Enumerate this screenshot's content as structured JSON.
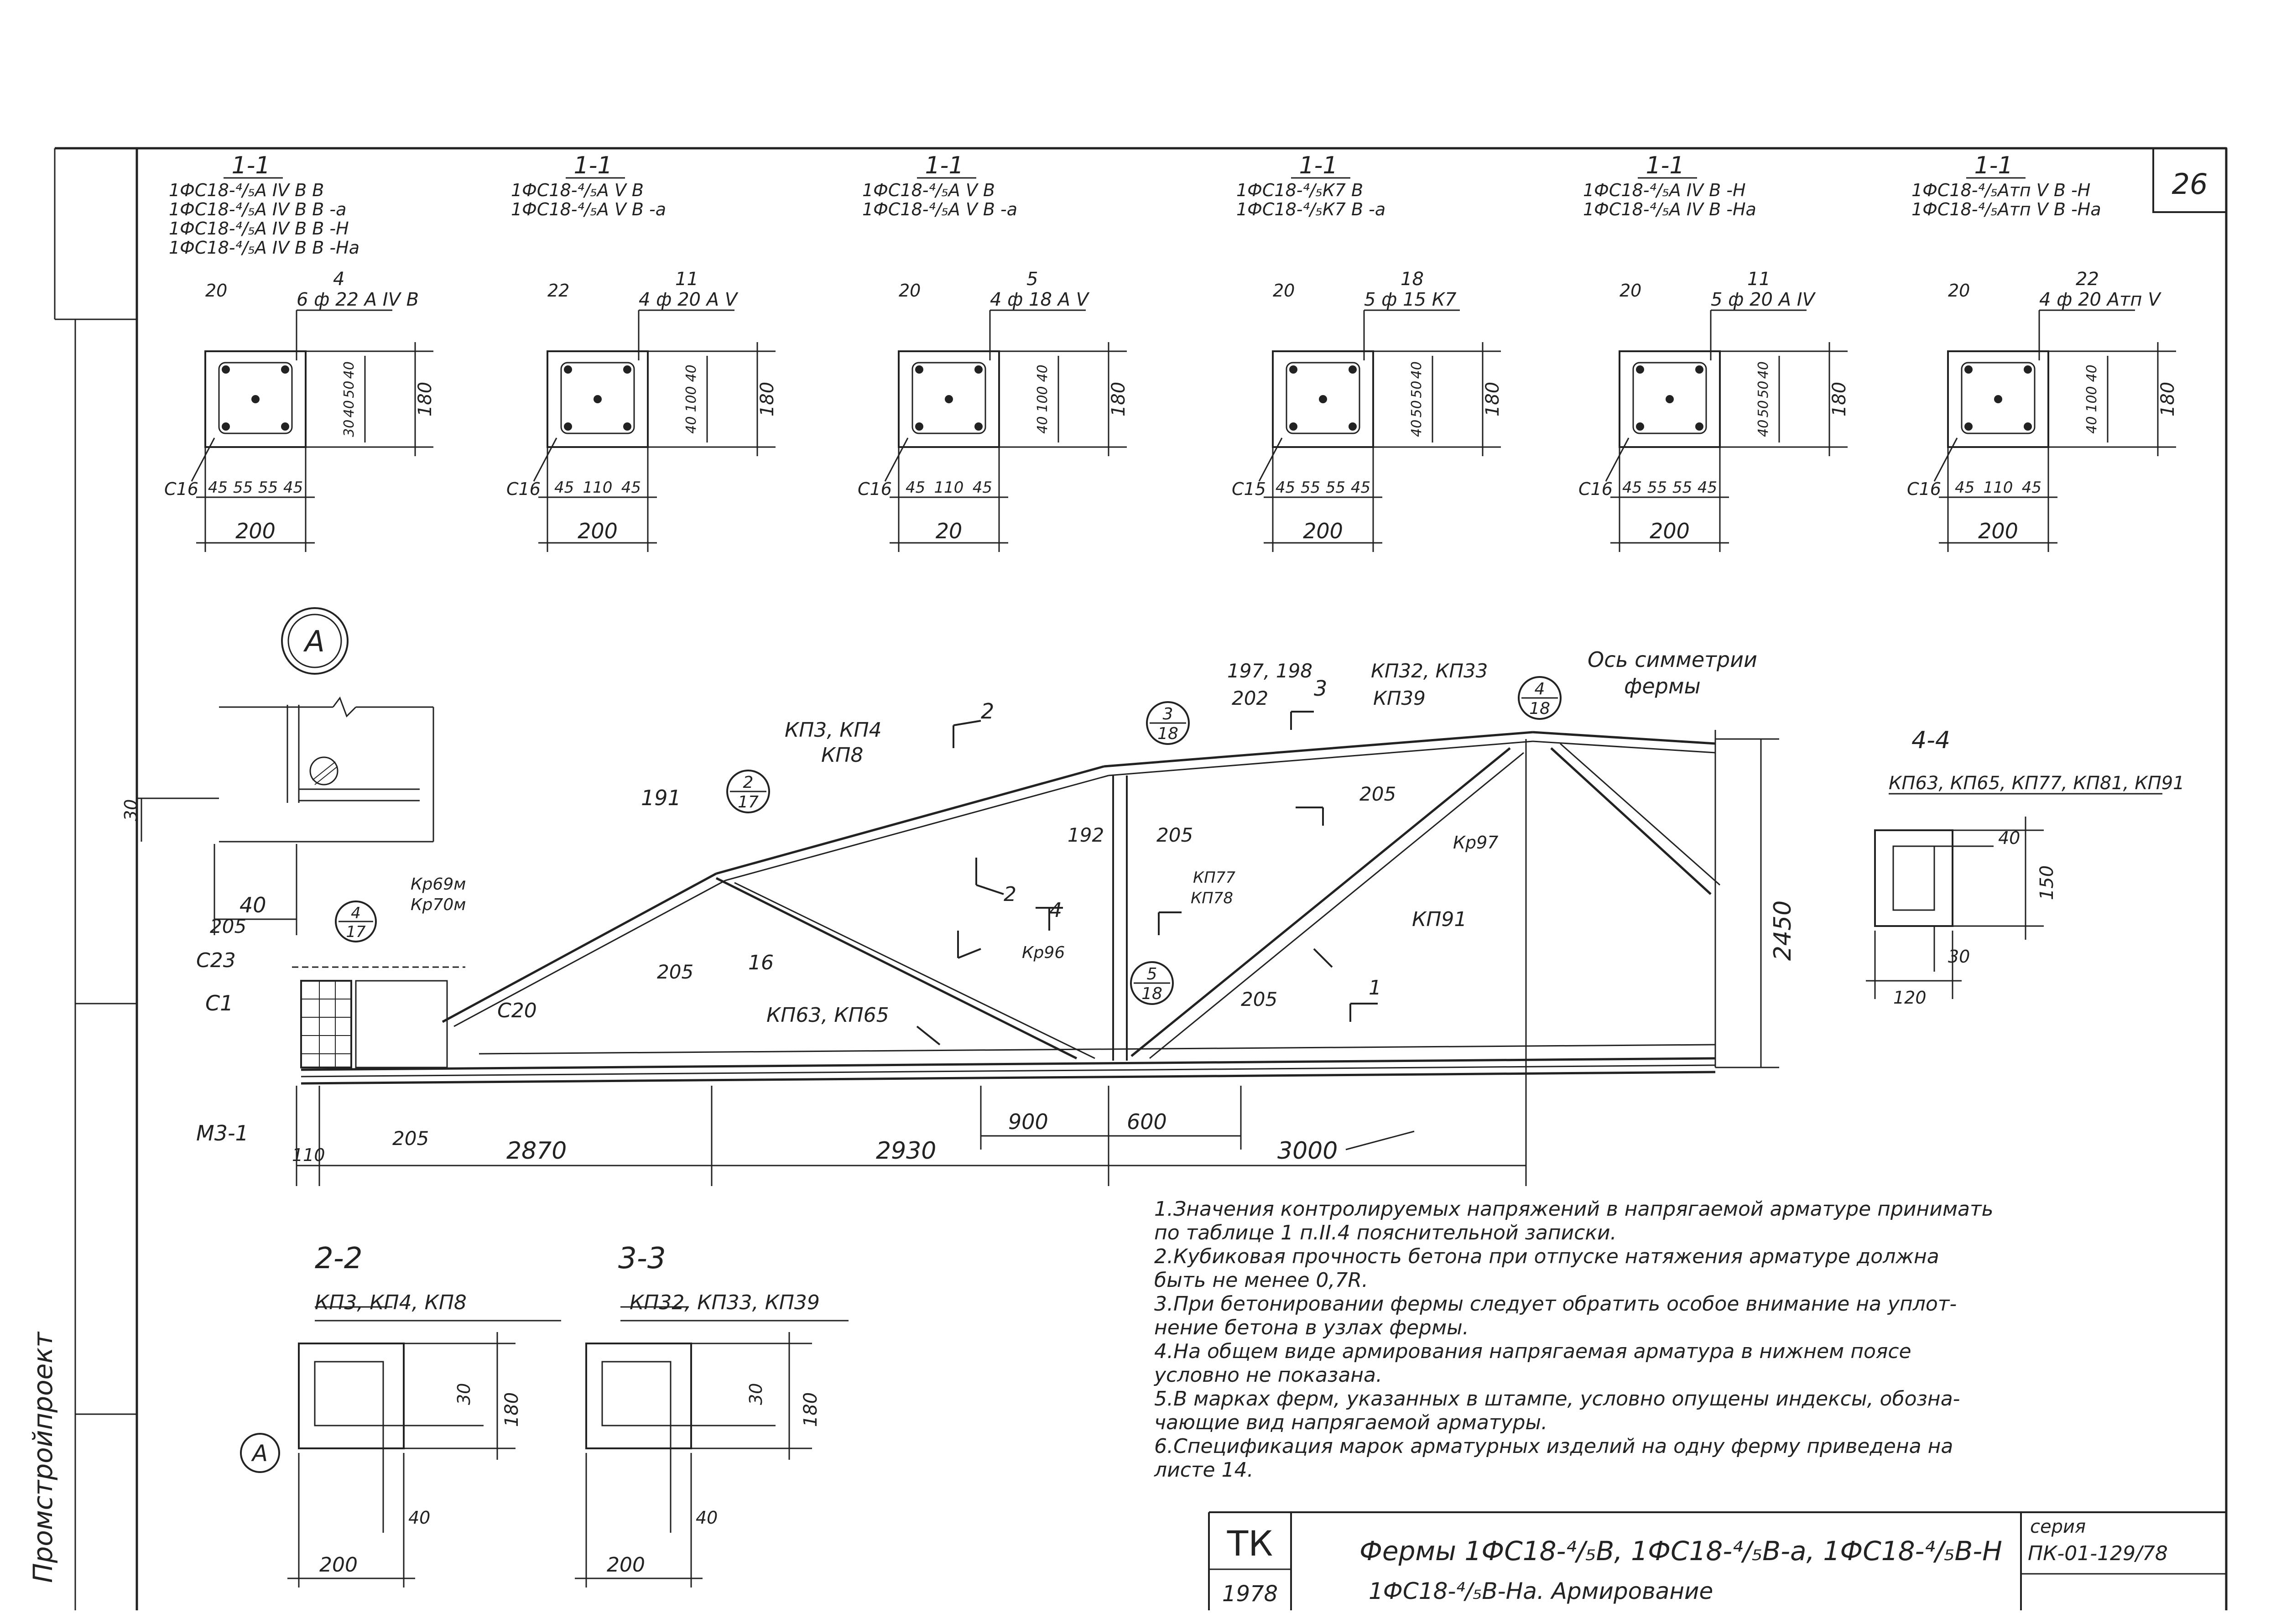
{
  "sheet_number": "26",
  "side_label": "Промстройпроект",
  "sections": [
    {
      "cut": "1-1",
      "marks": [
        "1ФС18-⁴/₅А IV В В",
        "1ФС18-⁴/₅А IV В В -а",
        "1ФС18-⁴/₅А IV В В -Н",
        "1ФС18-⁴/₅А IV В В -На"
      ],
      "rebar_no": "4",
      "rebar": "6 ф 22 А IV В",
      "cover": "20",
      "stirrup": "С16",
      "right_dims": [
        "40",
        "50",
        "40",
        "30"
      ],
      "overall": "180",
      "bottom_dims": [
        "45",
        "55",
        "55",
        "45"
      ],
      "width": "200"
    },
    {
      "cut": "1-1",
      "marks": [
        "1ФС18-⁴/₅А V В",
        "1ФС18-⁴/₅А V В -а"
      ],
      "rebar_no": "11",
      "rebar": "4 ф 20 А V",
      "cover": "22",
      "stirrup": "С16",
      "right_dims": [
        "40",
        "100",
        "40"
      ],
      "overall": "180",
      "bottom_dims": [
        "45",
        "110",
        "45"
      ],
      "width": "200"
    },
    {
      "cut": "1-1",
      "marks": [
        "1ФС18-⁴/₅А V В",
        "1ФС18-⁴/₅А V В -а"
      ],
      "rebar_no": "5",
      "rebar": "4 ф 18 А V",
      "cover": "20",
      "stirrup": "С16",
      "right_dims": [
        "40",
        "100",
        "40"
      ],
      "overall": "180",
      "bottom_dims": [
        "45",
        "110",
        "45"
      ],
      "width": "20"
    },
    {
      "cut": "1-1",
      "marks": [
        "1ФС18-⁴/₅К7 В",
        "1ФС18-⁴/₅К7 В -а"
      ],
      "rebar_no": "18",
      "rebar": "5 ф 15 К7",
      "cover": "20",
      "stirrup": "С15",
      "right_dims": [
        "40",
        "50",
        "50",
        "40"
      ],
      "overall": "180",
      "bottom_dims": [
        "45",
        "55",
        "55",
        "45"
      ],
      "width": "200"
    },
    {
      "cut": "1-1",
      "marks": [
        "1ФС18-⁴/₅А IV В -Н",
        "1ФС18-⁴/₅А IV В -На"
      ],
      "rebar_no": "11",
      "rebar": "5 ф 20 А IV",
      "cover": "20",
      "stirrup": "С16",
      "right_dims": [
        "40",
        "50",
        "50",
        "40"
      ],
      "overall": "180",
      "bottom_dims": [
        "45",
        "55",
        "55",
        "45"
      ],
      "width": "200"
    },
    {
      "cut": "1-1",
      "marks": [
        "1ФС18-⁴/₅Атп V В -Н",
        "1ФС18-⁴/₅Атп V В -На"
      ],
      "rebar_no": "22",
      "rebar": "4 ф 20 Атп V",
      "cover": "20",
      "stirrup": "С16",
      "right_dims": [
        "40",
        "100",
        "40"
      ],
      "overall": "180",
      "bottom_dims": [
        "45",
        "110",
        "45"
      ],
      "width": "200"
    }
  ],
  "truss_labels": {
    "kp3": "КП3, КП4",
    "kp8": "КП8",
    "cut2": "2",
    "node_217_top": "2",
    "node_217_bot": "17",
    "n191": "191",
    "n197": "197, 198",
    "n202": "202",
    "cut3": "3",
    "kp32": "КП32, КП33",
    "kp39": "КП39",
    "node_318_top": "3",
    "node_318_bot": "18",
    "node_418_top": "4",
    "node_418_bot": "18",
    "axis1": "Ось симметрии",
    "axis2": "фермы",
    "n205a": "205",
    "n205b": "205",
    "n205c": "205",
    "n205d": "205",
    "n205e": "205",
    "n205f": "205",
    "n192": "192",
    "kp77": "КП77",
    "kp78": "КП78",
    "kp96": "Кр96",
    "kp91": "КП91",
    "kp97": "Кр97",
    "kp63": "КП63, КП65",
    "n16": "16",
    "c20": "С20",
    "c23": "С23",
    "c1": "С1",
    "m31": "М3-1",
    "kr69": "Кр69м",
    "kr70": "Кр70м",
    "node_417_top": "4",
    "node_417_bot": "17",
    "node_518_top": "5",
    "node_518_bot": "18",
    "cut4": "4",
    "cut1": "1",
    "cutA2": "2",
    "h2450": "2450",
    "d110": "110",
    "d2870": "2870",
    "d2930": "2930",
    "d3000": "3000",
    "d900": "900",
    "d600": "600",
    "a_label": "А",
    "a_dim40": "40",
    "a_dim30": "30"
  },
  "section44": {
    "title": "4-4",
    "marks": "КП63, КП65, КП77, КП81, КП91",
    "d40": "40",
    "d150": "150",
    "d30": "30",
    "d120": "120"
  },
  "section22": {
    "title": "2-2",
    "marks": "КП3, КП4, КП8",
    "d30": "30",
    "d180": "180",
    "d40": "40",
    "d200": "200",
    "a_label": "А"
  },
  "section33": {
    "title": "3-3",
    "marks": "КП32, КП33, КП39",
    "d30": "30",
    "d180": "180",
    "d40": "40",
    "d200": "200"
  },
  "notes": [
    "1.Значения контролируемых напряжений в напрягаемой арматуре принимать",
    "по таблице 1 п.II.4 пояснительной записки.",
    "2.Кубиковая прочность бетона при отпуске натяжения арматуре должна",
    "быть не менее 0,7R.",
    "3.При бетонировании фермы следует обратить особое внимание на уплот-",
    "нение бетона в узлах фермы.",
    "4.На общем виде армирования напрягаемая арматура в нижнем поясе",
    "условно не показана.",
    "5.В марках ферм, указанных в штампе, условно опущены индексы, обозна-",
    "чающие вид напрягаемой арматуры.",
    "6.Спецификация марок арматурных изделий на одну ферму приведена на",
    "листе 14."
  ],
  "title_block": {
    "org": "ТК",
    "year": "1978",
    "title": "Фермы 1ФС18-⁴/₅В, 1ФС18-⁴/₅В-а, 1ФС18-⁴/₅В-Н",
    "title2": "1ФС18-⁴/₅В-На. Армирование",
    "series_label": "серия",
    "series": "ПК-01-129/78"
  }
}
